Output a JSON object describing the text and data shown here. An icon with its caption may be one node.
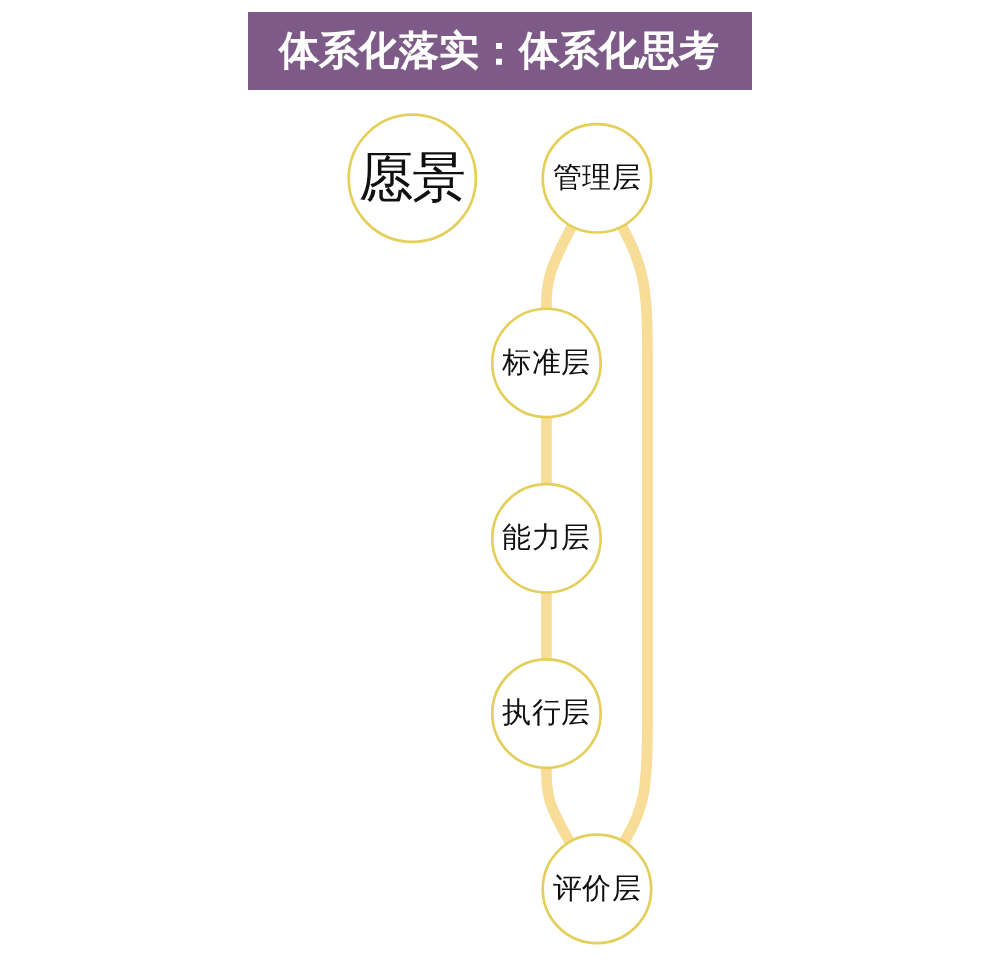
{
  "diagram": {
    "title": "体系化落实：体系化思考",
    "nodes": [
      {
        "text": [
          "愿景"
        ]
      },
      {
        "text": [
          "管理层"
        ]
      },
      {
        "text": [
          "标准层"
        ]
      },
      {
        "text": [
          "能力层"
        ]
      },
      {
        "text": [
          "执行层"
        ]
      },
      {
        "text": [
          "评价层"
        ]
      }
    ],
    "edges": [
      {
        "from": 1,
        "to": 2,
        "arrow": "none"
      },
      {
        "from": 2,
        "to": 3,
        "arrow": "none"
      },
      {
        "from": 3,
        "to": 4,
        "arrow": "none"
      },
      {
        "from": 4,
        "to": 5,
        "arrow": "none"
      },
      {
        "from": 5,
        "to": 1,
        "arrow": "none"
      }
    ]
  }
}
